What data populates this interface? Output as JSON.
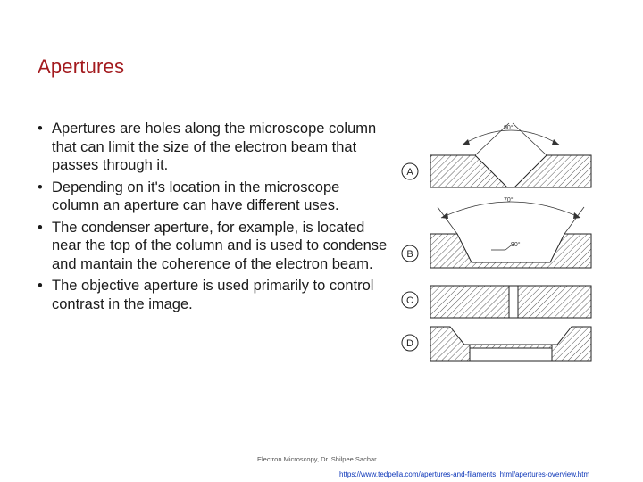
{
  "slide": {
    "title": "Apertures",
    "bullets": [
      "Apertures are holes along the microscope column that can limit the size of the electron beam that passes through it.",
      "Depending on it's location in the microscope column an aperture can have different uses.",
      "The condenser aperture, for example, is located near the top of the column and is used to condense and mantain the coherence of the electron beam.",
      "The objective aperture is used primarily to control contrast in the image."
    ],
    "bullet_char": "•",
    "footer": "Electron Microscopy, Dr. Shilpee Sachar",
    "source_link": "https://www.tedpella.com/apertures-and-filaments_html/apertures-overview.htm"
  },
  "figure": {
    "labels": [
      "A",
      "B",
      "C",
      "D"
    ],
    "angle_a": "90°",
    "angle_b_outer": "70°",
    "angle_b_inner": "90°"
  },
  "colors": {
    "title": "#a31a1e",
    "link": "#0b35b8"
  }
}
